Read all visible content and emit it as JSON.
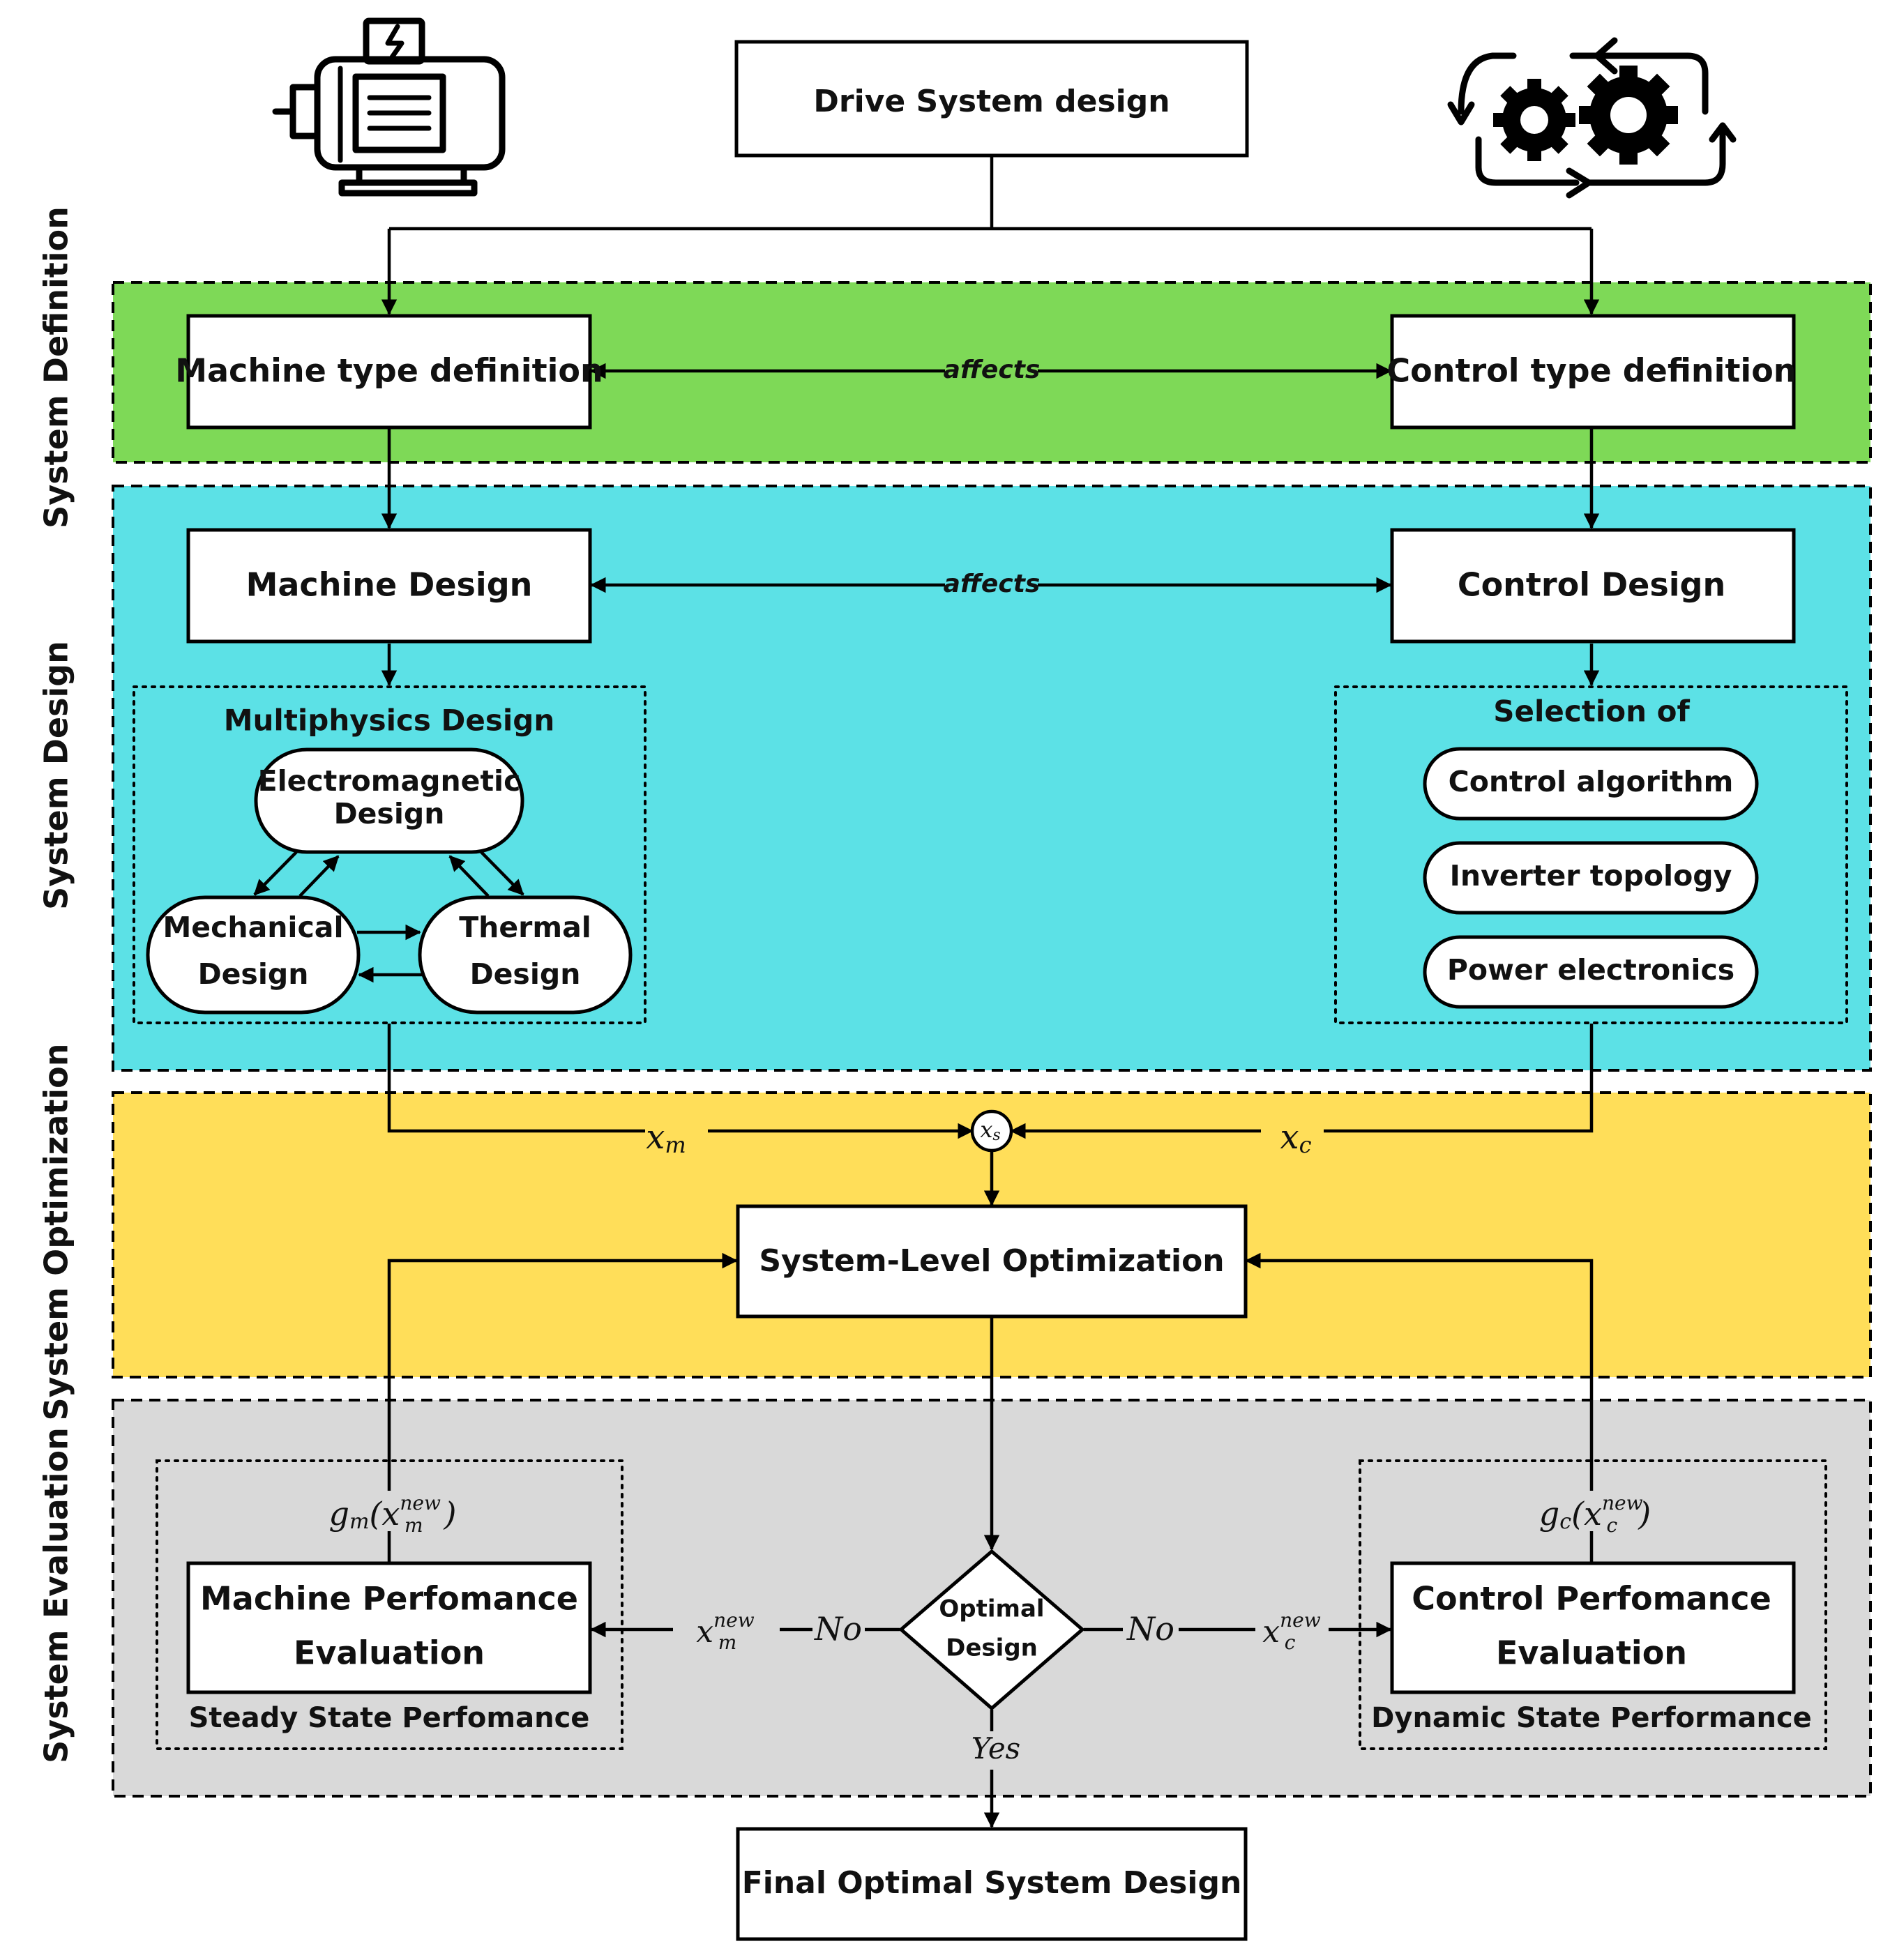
{
  "colors": {
    "definition_band": "#7ED957",
    "design_band": "#5CE1E6",
    "optimization_band": "#FFDE59",
    "evaluation_band": "#D9D9D9"
  },
  "icons": [
    "electric-motor-icon",
    "gears-cycle-icon"
  ],
  "top": {
    "title": "Drive System design"
  },
  "bands": {
    "definition": "System Definition",
    "design": "System Design",
    "optimization": "System Optimization",
    "evaluation": "System Evaluation"
  },
  "definition": {
    "machine": "Machine type definition",
    "control": "Control type definition",
    "affects": "affects"
  },
  "design": {
    "machine": "Machine Design",
    "control": "Control Design",
    "affects": "affects",
    "multiphysics": {
      "title": "Multiphysics Design",
      "electromagnetic_1": "Electromagnetic",
      "electromagnetic_2": "Design",
      "mechanical_1": "Mechanical",
      "mechanical_2": "Design",
      "thermal_1": "Thermal",
      "thermal_2": "Design"
    },
    "selection": {
      "title": "Selection of",
      "items": [
        "Control algorithm",
        "Inverter topology",
        "Power electronics"
      ]
    }
  },
  "optimization": {
    "x_m": "x",
    "x_m_sub": "m",
    "x_c": "x",
    "x_c_sub": "c",
    "x_s": "x",
    "x_s_sub": "s",
    "title": "System-Level Optimization"
  },
  "evaluation": {
    "g_m": "g",
    "g_m_sub": "m",
    "g_m_arg": "x",
    "g_m_arg_sup": "new",
    "g_m_arg_sub": "m",
    "g_c": "g",
    "g_c_sub": "c",
    "g_c_arg": "x",
    "g_c_arg_sup": "new",
    "g_c_arg_sub": "c",
    "machine_1": "Machine Perfomance",
    "machine_2": "Evaluation",
    "machine_caption": "Steady State Perfomance",
    "control_1": "Control Perfomance",
    "control_2": "Evaluation",
    "control_caption": "Dynamic State Performance",
    "decision_1": "Optimal",
    "decision_2": "Design",
    "no_left": "No",
    "no_right": "No",
    "yes": "Yes",
    "x_m_new": "x",
    "x_m_new_sup": "new",
    "x_m_new_sub": "m",
    "x_c_new": "x",
    "x_c_new_sup": "new",
    "x_c_new_sub": "c"
  },
  "final": {
    "title": "Final Optimal System Design"
  }
}
